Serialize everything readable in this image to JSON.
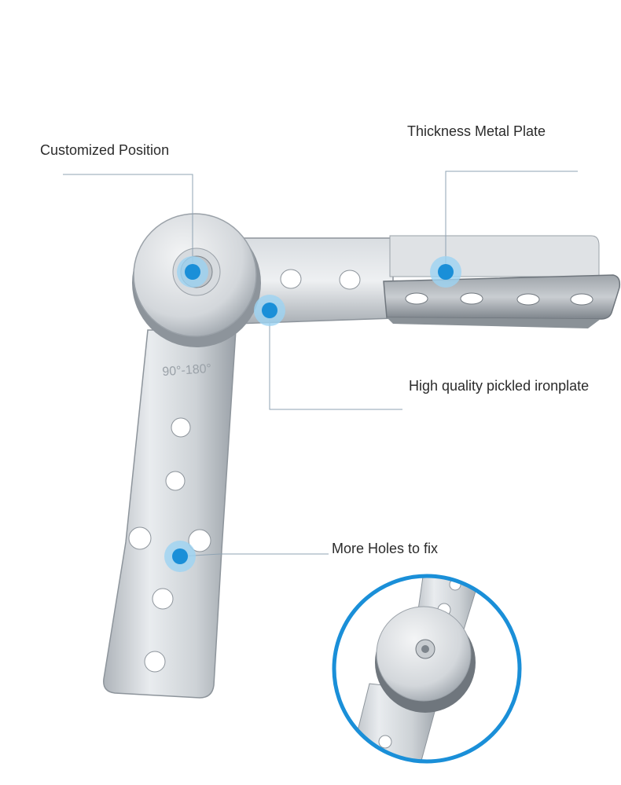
{
  "callouts": {
    "customized_position": "Customized Position",
    "thickness_metal_plate": "Thickness Metal Plate",
    "high_quality": "High quality pickled ironplate",
    "more_holes": "More Holes to fix"
  },
  "hinge_marking": "90°-180°",
  "colors": {
    "accent": "#1a8fd8",
    "accent_halo": "#9cd3f2",
    "metal_light": "#e8ebee",
    "metal_mid": "#c3c8cd",
    "metal_dark": "#8d949b",
    "line": "#8fa3b3"
  }
}
